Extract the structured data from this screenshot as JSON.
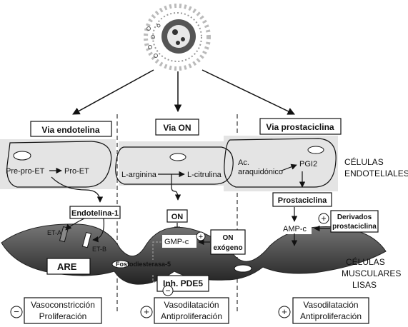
{
  "pathways": {
    "endothelin": {
      "title": "Via  endotelina",
      "precursor": "Pre-pro-ET",
      "pro": "Pro-ET",
      "mediator": "Endotelina-1",
      "receptor_a": "ET-A",
      "receptor_b": "ET-B",
      "antagonist": "ARE",
      "effect": [
        "Vasoconstricción",
        "Proliferación"
      ],
      "effect_sign": "−"
    },
    "no": {
      "title": "Via ON",
      "substrate": "L-arginina",
      "product": "L-citrulina",
      "mediator": "ON",
      "second_messenger": "GMP-c",
      "exogenous": [
        "ON",
        "exógeno"
      ],
      "exogenous_sign": "+",
      "enzyme": "Fosfodiesterasa-5",
      "inhibitor": "Inh. PDE5",
      "inhibitor_sign": "−",
      "effect": [
        "Vasodilatación",
        "Antiproliferación"
      ],
      "effect_sign": "+"
    },
    "prostacyclin": {
      "title": "Via prostaciclina",
      "substrate": [
        "Ac.",
        "araquidónico"
      ],
      "product": "PGI2",
      "mediator": "Prostaciclina",
      "derivatives": [
        "Derivados",
        "prostaciclina"
      ],
      "derivatives_sign": "+",
      "second_messenger": "AMP-c",
      "effect": [
        "Vasodilatación",
        "Antiproliferación"
      ],
      "effect_sign": "+"
    }
  },
  "labels": {
    "endothelial": [
      "CÉLULAS",
      "ENDOTELIALES"
    ],
    "smooth_muscle": [
      "CÉLULAS",
      "MUSCULARES",
      "LISAS"
    ]
  }
}
